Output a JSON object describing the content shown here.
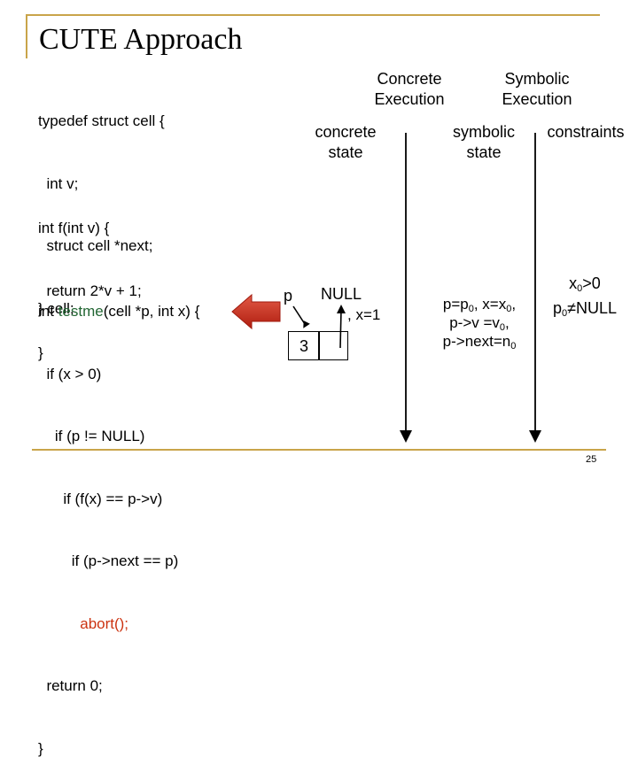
{
  "title": "CUTE Approach",
  "code": {
    "struct_lines": [
      "typedef struct cell {",
      "  int v;",
      "  struct cell *next;",
      "} cell;"
    ],
    "f_lines": [
      "int f(int v) {",
      "  return 2*v + 1;",
      "}"
    ],
    "testme": {
      "kw_prefix": "int ",
      "fn_name": "testme",
      "sig_rest": "(cell *p, int x) {",
      "lines": [
        "  if (x > 0)",
        "    if (p != NULL)",
        "      if (f(x) == p->v)",
        "        if (p->next == p)"
      ],
      "abort_call": "abort();",
      "return_line": "  return 0;",
      "close": "}"
    }
  },
  "headers": {
    "concrete_execution": [
      "Concrete",
      "Execution"
    ],
    "symbolic_execution": [
      "Symbolic",
      "Execution"
    ],
    "concrete_state": [
      "concrete",
      "state"
    ],
    "symbolic_state": [
      "symbolic",
      "state"
    ],
    "constraints": "constraints"
  },
  "concrete_state": {
    "p_label": "p",
    "null_label": "NULL",
    "x_label": ", x=1",
    "cell_value": "3"
  },
  "symbolic_state": {
    "p_prefix": "p=p",
    "p_sub": "0",
    "x_prefix": ", x=x",
    "x_sub": "0",
    "x_suffix": ",",
    "v_prefix": "p->v =v",
    "v_sub": "0",
    "v_suffix": ",",
    "next_prefix": "p->next=n",
    "next_sub": "0"
  },
  "constraints": {
    "c1_prefix": "x",
    "c1_sub": "0",
    "c1_suffix": ">0",
    "c2_prefix": "p",
    "c2_sub": "0",
    "c2_suffix": "≠NULL"
  },
  "colors": {
    "accent_rule": "#c9a44a",
    "arrow_red": "#cc2a1a",
    "fn_green": "#226633",
    "abort_red": "#cc3311"
  },
  "page_number": "25"
}
